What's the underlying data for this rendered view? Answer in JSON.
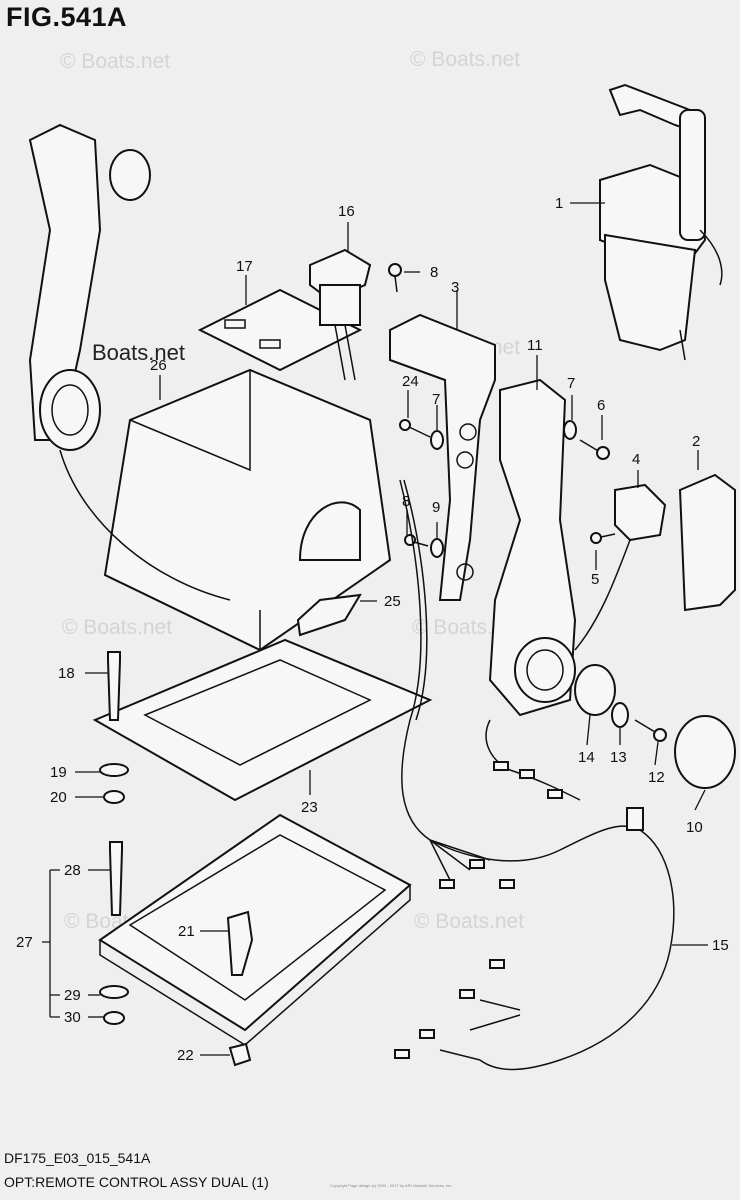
{
  "figure": {
    "title": "FIG.541A",
    "code": "DF175_E03_015_541A",
    "caption": "OPT:REMOTE CONTROL ASSY DUAL (1)",
    "copyright": "Copyright Page design (c) 2004 - 2017 by ARI Network Services, Inc."
  },
  "watermarks": [
    "© Boats.net",
    "Boats.net",
    "© Boats.net",
    "© Boats.net",
    "© Boats.net",
    "© Boats.net",
    "© Boats.net"
  ],
  "callouts": [
    "1",
    "2",
    "3",
    "4",
    "5",
    "6",
    "7",
    "7",
    "8",
    "8",
    "9",
    "10",
    "11",
    "12",
    "13",
    "14",
    "15",
    "16",
    "17",
    "18",
    "19",
    "20",
    "21",
    "22",
    "23",
    "24",
    "25",
    "26",
    "27",
    "28",
    "29",
    "30"
  ]
}
